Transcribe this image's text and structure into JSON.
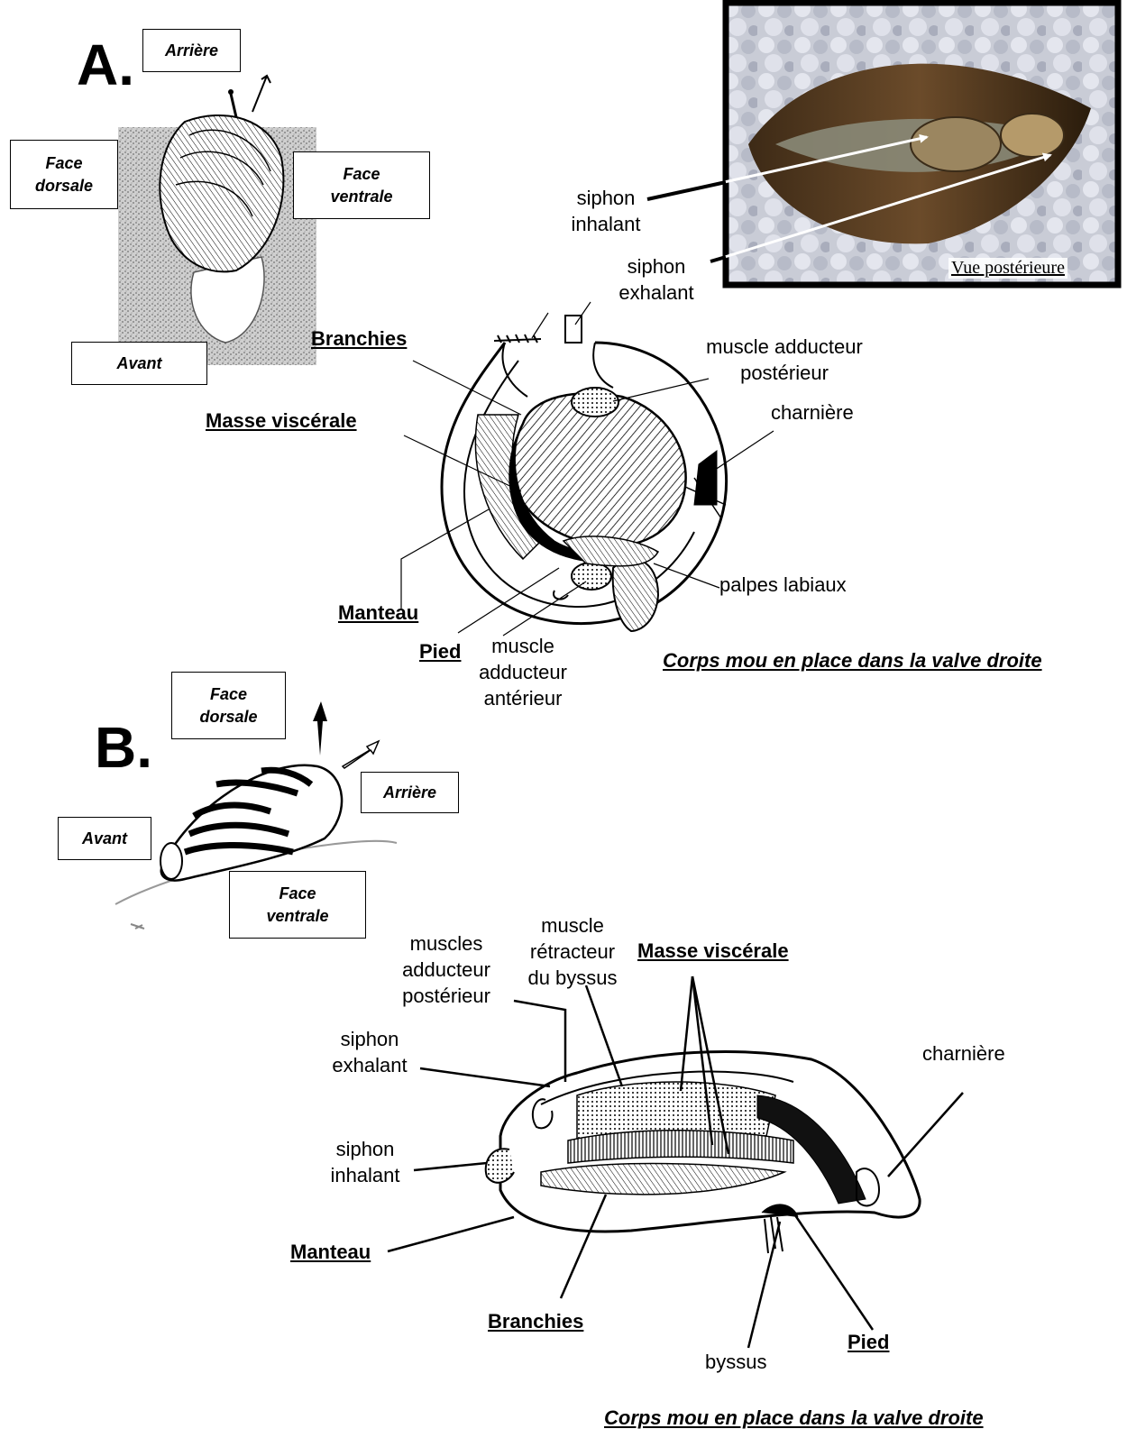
{
  "partA": {
    "letter": "A.",
    "orientation": {
      "back": "Arrière",
      "dorsal_1": "Face",
      "dorsal_2": "dorsale",
      "ventral_1": "Face",
      "ventral_2": "ventrale",
      "front": "Avant"
    },
    "photo_caption": "Vue postérieure",
    "labels": {
      "siphon_inhalant_1": "siphon",
      "siphon_inhalant_2": "inhalant",
      "siphon_exhalant_1": "siphon",
      "siphon_exhalant_2": "exhalant",
      "branchies": "Branchies",
      "muscle_add_post_1": "muscle adducteur",
      "muscle_add_post_2": "postérieur",
      "charniere": "charnière",
      "masse_viscerale": "Masse viscérale",
      "palpes": "palpes labiaux",
      "manteau": "Manteau",
      "pied": "Pied",
      "muscle_add_ant_1": "muscle",
      "muscle_add_ant_2": "adducteur",
      "muscle_add_ant_3": "antérieur"
    },
    "caption": "Corps mou en place dans la valve droite"
  },
  "partB": {
    "letter": "B.",
    "orientation": {
      "dorsal_1": "Face",
      "dorsal_2": "dorsale",
      "back": "Arrière",
      "front": "Avant",
      "ventral_1": "Face",
      "ventral_2": "ventrale"
    },
    "labels": {
      "muscles_add_post_1": "muscles",
      "muscles_add_post_2": "adducteur",
      "muscles_add_post_3": "postérieur",
      "muscle_retr_1": "muscle",
      "muscle_retr_2": "rétracteur",
      "muscle_retr_3": "du byssus",
      "masse_viscerale": "Masse viscérale",
      "siphon_exhalant_1": "siphon",
      "siphon_exhalant_2": "exhalant",
      "charniere": "charnière",
      "siphon_inhalant_1": "siphon",
      "siphon_inhalant_2": "inhalant",
      "manteau": "Manteau",
      "branchies": "Branchies",
      "byssus": "byssus",
      "pied": "Pied"
    },
    "caption": "Corps mou en place dans la valve droite"
  }
}
